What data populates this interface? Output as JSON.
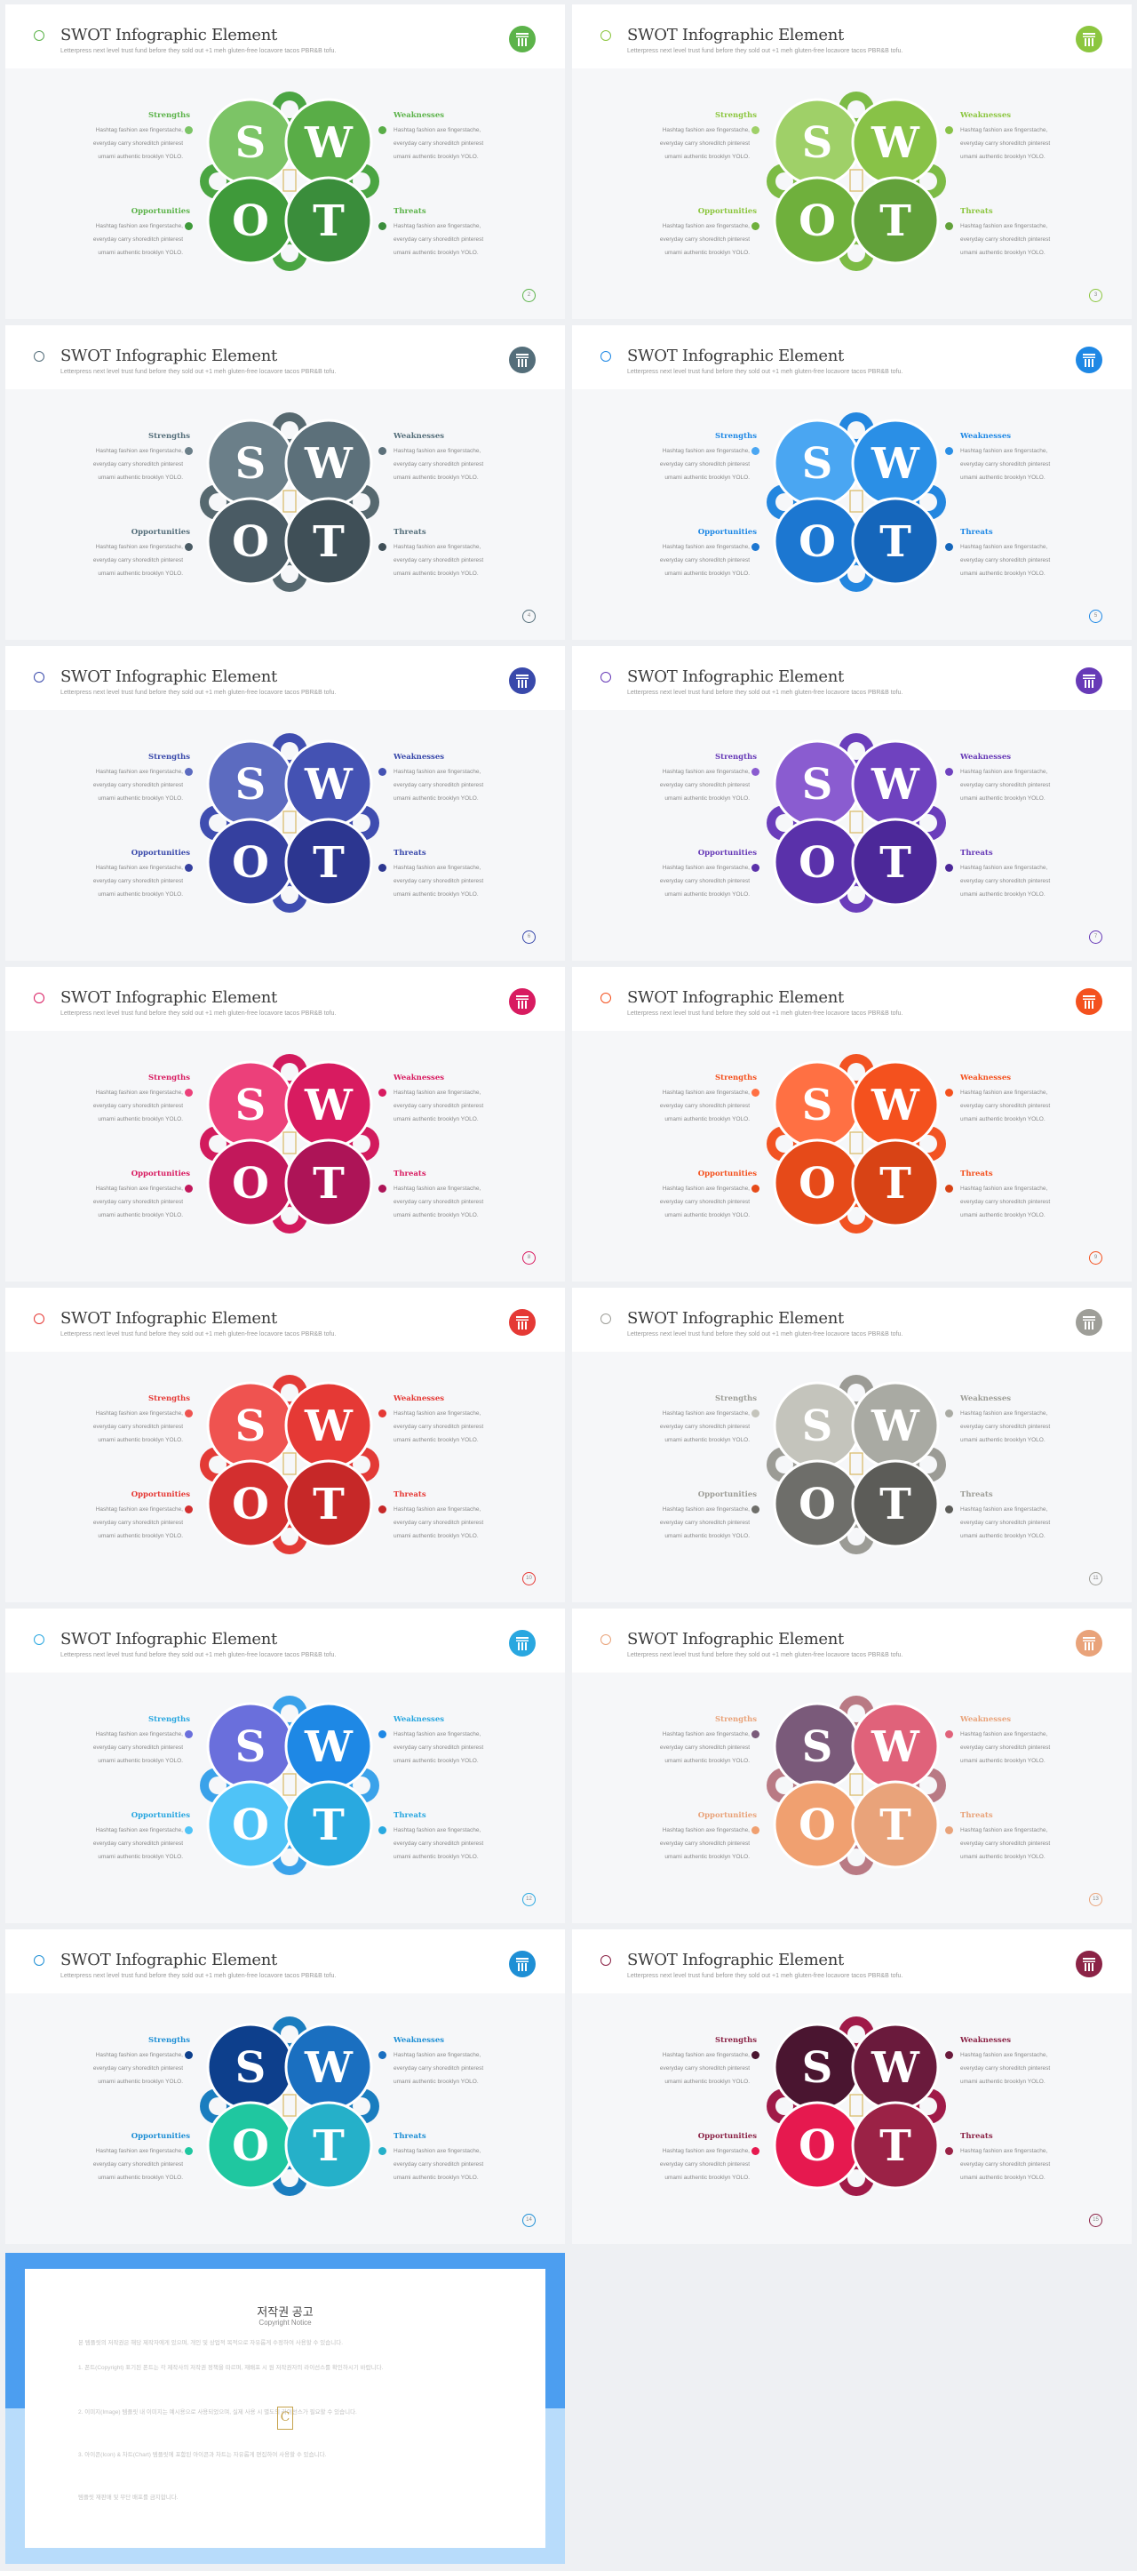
{
  "slide_template": {
    "title": "SWOT Infographic Element",
    "subtitle_pre": "Letterpress next level trust fund before they sold out +1 meh gluten-free locavore tacos PBR&B tofu.",
    "labels": {
      "s": "Strengths",
      "w": "Weaknesses",
      "o": "Opportunities",
      "t": "Threats"
    },
    "letters": {
      "s": "S",
      "w": "W",
      "o": "O",
      "t": "T"
    },
    "body_lines": [
      "Hashtag fashion axe fingerstache,",
      "everyday carry shoreditch pinterest",
      "umami authentic brooklyn YOLO."
    ]
  },
  "slides": [
    {
      "page": "2",
      "accent": "#5cb34a",
      "s": "#7cc466",
      "w": "#59ad47",
      "o": "#3f9a3a",
      "t": "#3a8d3b",
      "ring": "#4aa542"
    },
    {
      "page": "3",
      "accent": "#8cc63f",
      "s": "#9fd068",
      "w": "#88c247",
      "o": "#6fb03c",
      "t": "#62a13a",
      "ring": "#7cbb45"
    },
    {
      "page": "4",
      "accent": "#546e7a",
      "s": "#6b7f89",
      "w": "#5c707a",
      "o": "#4a5b64",
      "t": "#3f4f57",
      "ring": "#56686f"
    },
    {
      "page": "5",
      "accent": "#1e88e5",
      "s": "#4aa6f2",
      "w": "#2a8fe6",
      "o": "#1c77d1",
      "t": "#1566bb",
      "ring": "#2386df"
    },
    {
      "page": "6",
      "accent": "#3949ab",
      "s": "#5c6bc0",
      "w": "#4452b3",
      "o": "#35409f",
      "t": "#2c3690",
      "ring": "#3f4db0"
    },
    {
      "page": "7",
      "accent": "#673ab7",
      "s": "#8a5cd0",
      "w": "#6f42bf",
      "o": "#5a31aa",
      "t": "#4c2899",
      "ring": "#6a3dbb"
    },
    {
      "page": "8",
      "accent": "#d81b60",
      "s": "#ec407a",
      "w": "#d81b60",
      "o": "#c2185b",
      "t": "#ad1457",
      "ring": "#d21a5d"
    },
    {
      "page": "9",
      "accent": "#f4511e",
      "s": "#ff7043",
      "w": "#f4511e",
      "o": "#e64a19",
      "t": "#d84315",
      "ring": "#f25322"
    },
    {
      "page": "10",
      "accent": "#e53935",
      "s": "#ef5350",
      "w": "#e53935",
      "o": "#d32f2f",
      "t": "#c62828",
      "ring": "#e33a36"
    },
    {
      "page": "11",
      "accent": "#9e9e98",
      "s": "#c4c4bc",
      "w": "#a9aaa3",
      "o": "#6e6e6a",
      "t": "#5c5c58",
      "ring": "#9b9b95"
    },
    {
      "page": "12",
      "accent": "#29a7e0",
      "s": "#6a6fdc",
      "w": "#1e88e5",
      "o": "#4fc3f7",
      "t": "#29a9e0",
      "ring": "#3aa2ea"
    },
    {
      "page": "13",
      "accent": "#e9a37a",
      "s": "#7a5a7a",
      "w": "#e0627a",
      "o": "#f0a070",
      "t": "#e9a37a",
      "ring": "#b97a84"
    },
    {
      "page": "14",
      "accent": "#1e8fd5",
      "s": "#0d3f8c",
      "w": "#1a6fc0",
      "o": "#1fc7a0",
      "t": "#25b0c9",
      "ring": "#1a7dbf"
    },
    {
      "page": "15",
      "accent": "#8b2346",
      "s": "#4a1530",
      "w": "#6a1a3c",
      "o": "#e6194f",
      "t": "#9b2246",
      "ring": "#a01a48"
    }
  ],
  "copyright": {
    "title": "저작권 공고",
    "subtitle": "Copyright Notice",
    "paragraphs": [
      "본 템플릿의 저작권은 해당 제작자에게 있으며, 개인 및 상업적 목적으로 자유롭게 수정하여 사용할 수 있습니다.",
      "1. 폰트(Copyright) 표기된 폰트는 각 제작사의 저작권 정책을 따르며, 재배포 시 원 저작권자의 라이선스를 확인하시기 바랍니다.",
      "2. 이미지(Image) 템플릿 내 이미지는 예시용으로 사용되었으며, 실제 사용 시 별도의 라이선스가 필요할 수 있습니다.",
      "3. 아이콘(Icon) & 차트(Chart) 템플릿에 포함된 아이콘과 차트는 자유롭게 편집하여 사용할 수 있습니다.",
      "템플릿 재판매 및 무단 배포를 금지합니다."
    ],
    "badge": "C"
  }
}
